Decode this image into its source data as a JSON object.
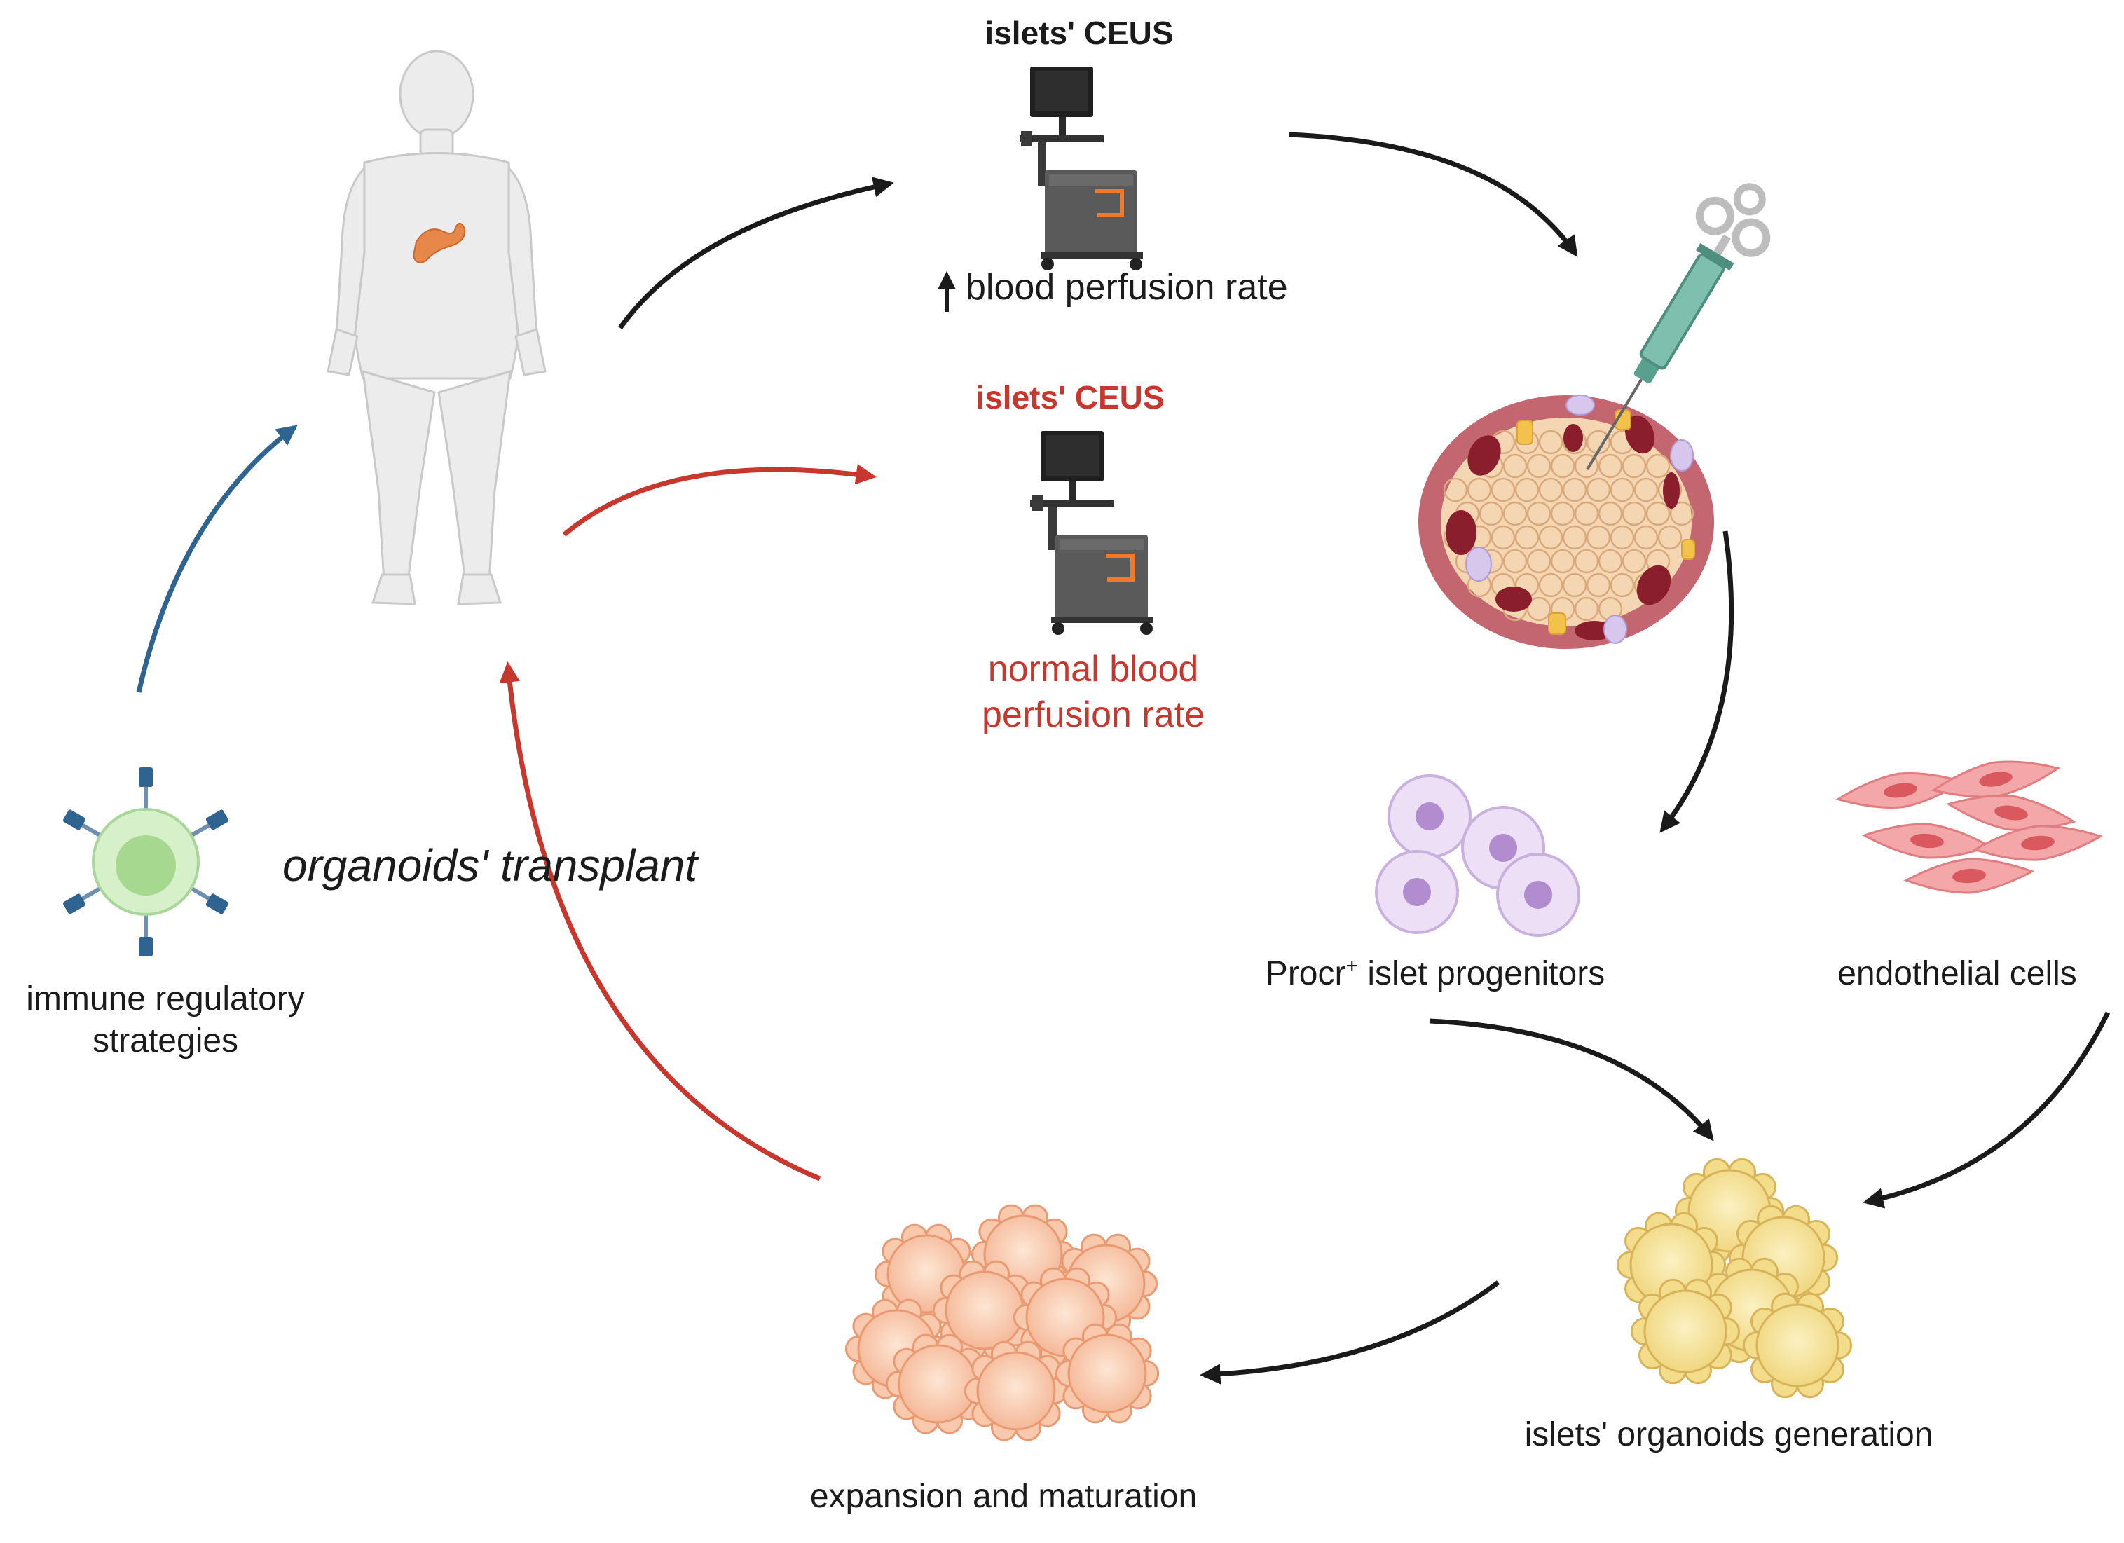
{
  "ceus_top": {
    "title": "islets' CEUS",
    "caption": "blood perfusion rate"
  },
  "ceus_bottom": {
    "title": "islets' CEUS",
    "caption_line1": "normal blood",
    "caption_line2": "perfusion rate"
  },
  "labels": {
    "transplant": "organoids' transplant",
    "immune_line1": "immune regulatory",
    "immune_line2": "strategies",
    "progenitors_prefix": "Procr",
    "progenitors_sup": "+",
    "progenitors_suffix": " islet progenitors",
    "endothelial": "endothelial cells",
    "generation": "islets' organoids generation",
    "expansion": "expansion and maturation"
  },
  "colors": {
    "black_arrow": "#1a1a1a",
    "red_arrow": "#c8372d",
    "blue_arrow": "#2f6390",
    "red_text": "#c8372d"
  }
}
